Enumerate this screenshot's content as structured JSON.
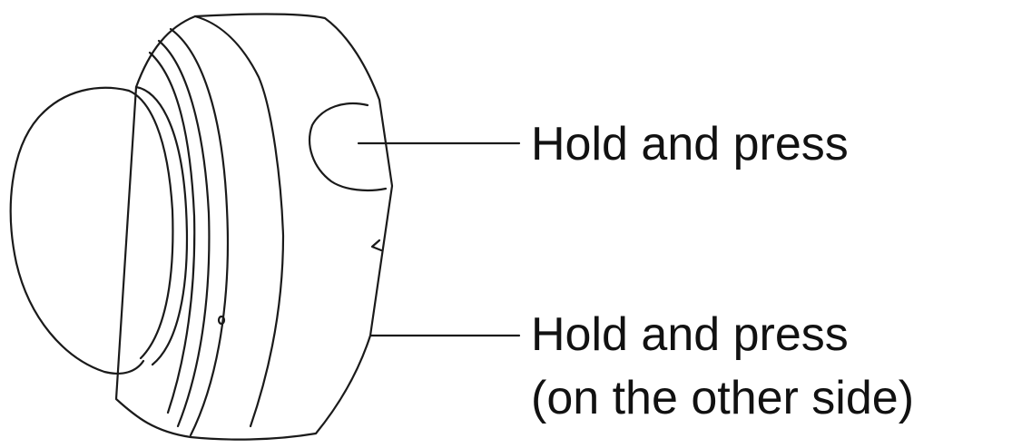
{
  "colors": {
    "line": "#1a1a1a",
    "background": "#ffffff",
    "text": "#111111"
  },
  "callouts": [
    {
      "text": "Hold and press"
    },
    {
      "line1": "Hold and press",
      "line2": "(on the other side)"
    }
  ]
}
